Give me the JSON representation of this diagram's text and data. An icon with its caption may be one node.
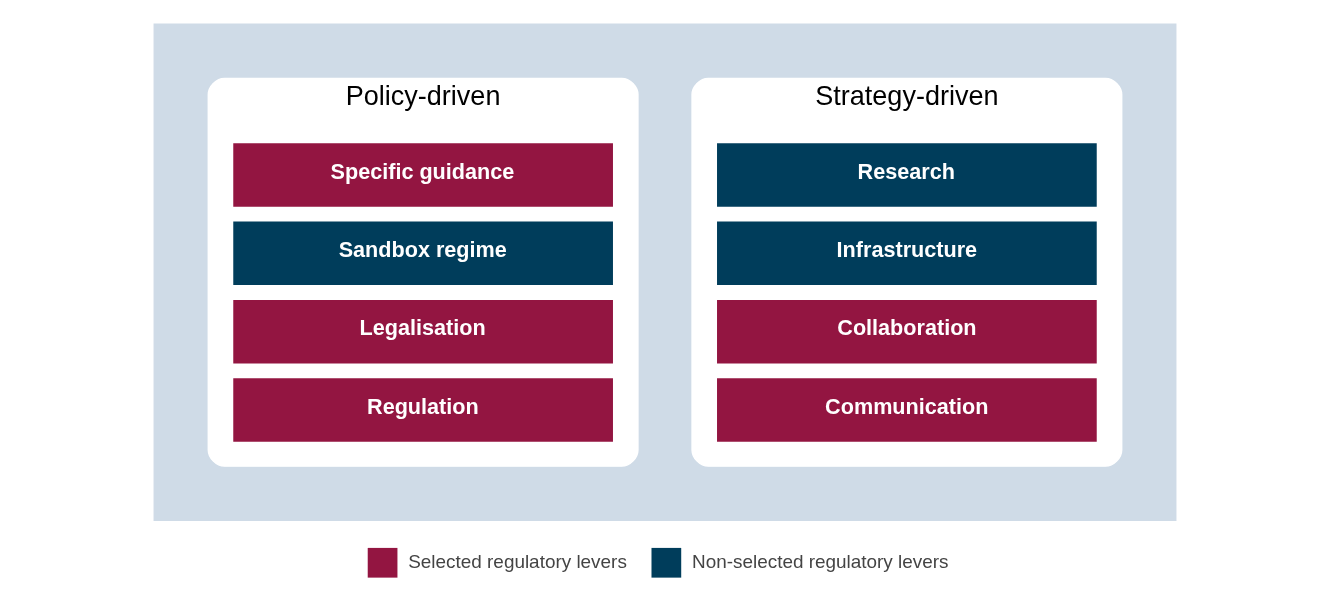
{
  "diagram": {
    "nodes": [
      {
        "text": [],
        "shape": "box"
      },
      {
        "text": [
          "Policy-driven"
        ],
        "in": 0
      },
      {
        "text": [
          "Specific guidance"
        ],
        "in": 1
      },
      {
        "text": [
          "Sandbox regime"
        ],
        "in": 1
      },
      {
        "text": [
          "Legalisation"
        ],
        "in": 1
      },
      {
        "text": [
          "Regulation"
        ],
        "in": 1
      },
      {
        "text": [
          "Strategy-driven"
        ],
        "in": 0
      },
      {
        "text": [
          "Research"
        ],
        "in": 6
      },
      {
        "text": [
          "Infrastructure"
        ],
        "in": 6
      },
      {
        "text": [
          "Collaboration"
        ],
        "in": 6
      },
      {
        "text": [
          "Communication"
        ],
        "in": 6
      }
    ],
    "edges": [],
    "legend": [
      {
        "text": "Selected regulatory levers",
        "color": "#931541"
      },
      {
        "text": "Non-selected regulatory levers",
        "color": "#003d5b"
      }
    ]
  }
}
